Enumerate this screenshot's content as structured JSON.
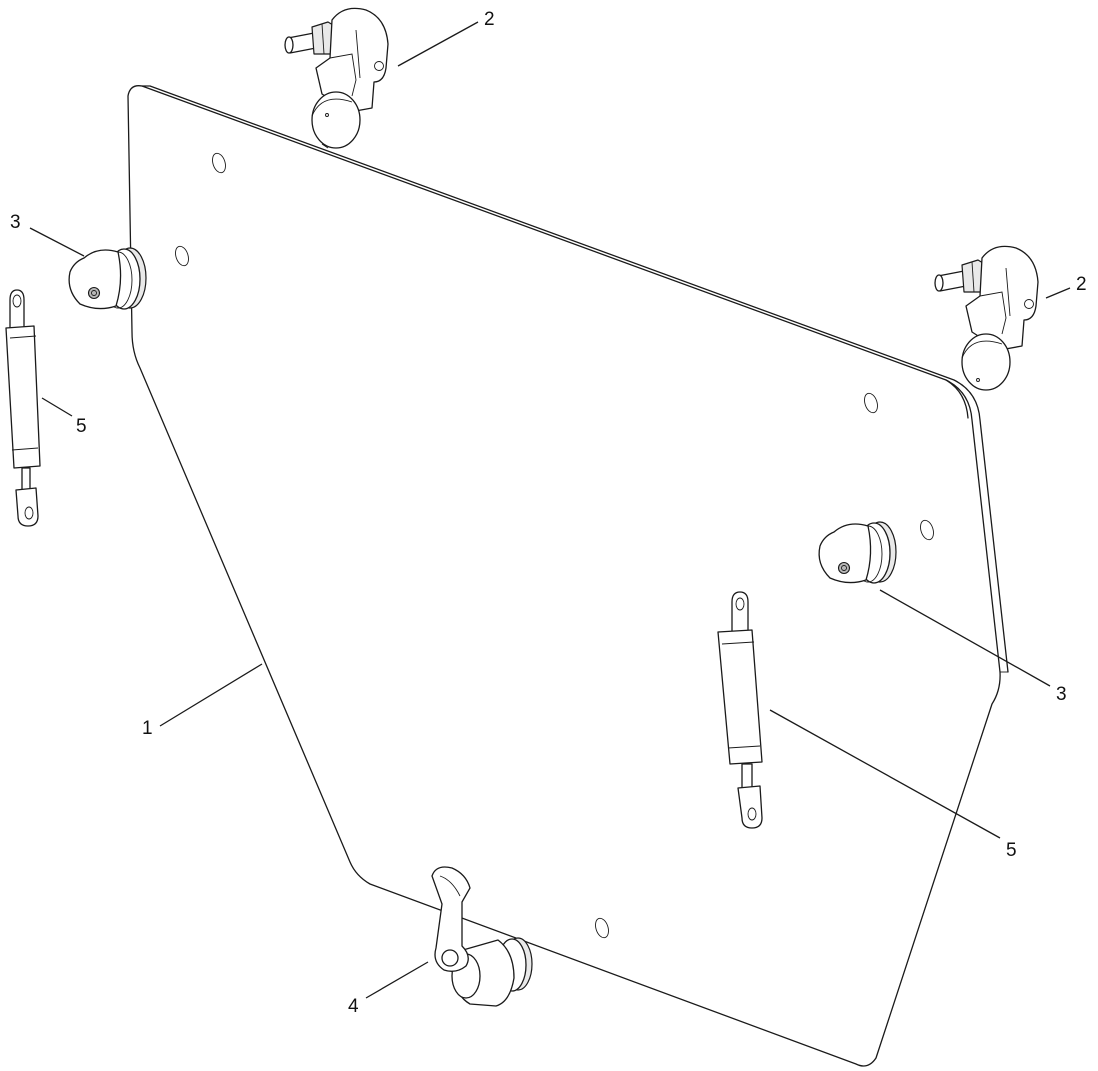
{
  "callouts": {
    "c2_top": "2",
    "c2_right": "2",
    "c3_left": "3",
    "c3_right": "3",
    "c5_left": "5",
    "c5_right": "5",
    "c1": "1",
    "c4": "4"
  },
  "colors": {
    "line": "#1a1a1a",
    "background": "#ffffff"
  }
}
